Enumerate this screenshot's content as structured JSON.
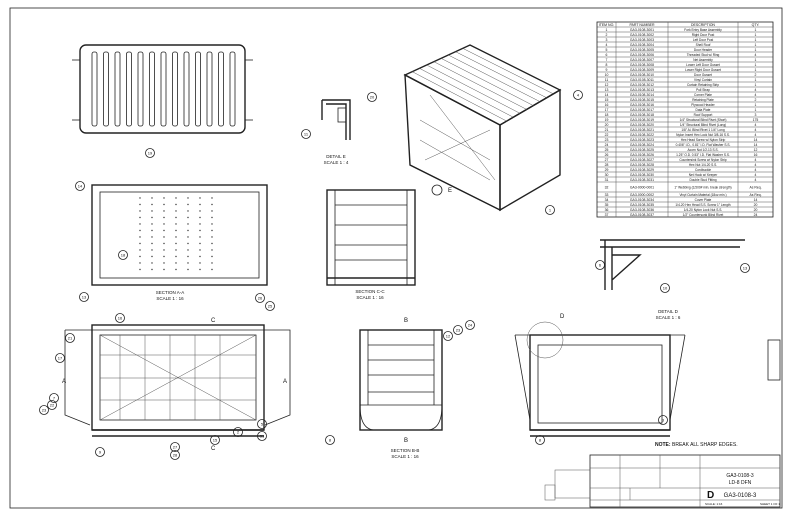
{
  "drawing": {
    "note_label": "NOTE:",
    "note_text": "BREAK ALL SHARP EDGES.",
    "title": "GA3-0108-3",
    "subtitle": "LD-8 DFN",
    "size": "D",
    "dwg_no": "GA3-0108-3",
    "sheet": "SHEET 1 OF 1",
    "scale": "SCALE: 1:16"
  },
  "views": {
    "detail_e": {
      "name": "DETAIL E",
      "scale": "SCALE 1 : 4"
    },
    "section_aa": {
      "name": "SECTION A-A",
      "scale": "SCALE 1 : 16"
    },
    "section_cc": {
      "name": "SECTION C-C",
      "scale": "SCALE 1 : 16"
    },
    "detail_d": {
      "name": "DETAIL D",
      "scale": "SCALE 1 : 6"
    },
    "section_bb": {
      "name": "SECTION B-B",
      "scale": "SCALE 1 : 16"
    },
    "markers": {
      "a": "A",
      "b": "B",
      "c": "C",
      "d": "D",
      "e": "E"
    }
  },
  "bom": {
    "headers": [
      "ITEM NO.",
      "PART NUMBER",
      "DESCRIPTION",
      "QTY."
    ],
    "rows": [
      [
        "1",
        "GA3-0108-3001",
        "Fork Entry Base Assembly",
        "1"
      ],
      [
        "2",
        "GA3-0108-3002",
        "Right Door Post",
        "1"
      ],
      [
        "3",
        "GA3-0108-3003",
        "Left Door Post",
        "1"
      ],
      [
        "4",
        "GA3-0108-3004",
        "Shell Roof",
        "1"
      ],
      [
        "5",
        "GA3-0108-3005",
        "Door Header",
        "1"
      ],
      [
        "6",
        "GA3-0108-3006",
        "Threaded Stud w/ Ring",
        "4"
      ],
      [
        "7",
        "GA3-0108-3007",
        "Net Assembly",
        "1"
      ],
      [
        "8",
        "GA3-0108-3008",
        "Lower Left Door Gusset",
        "1"
      ],
      [
        "9",
        "GA3-0108-3009",
        "Lower Right Door Gusset",
        "1"
      ],
      [
        "10",
        "GA3-0108-3010",
        "Door Gusset",
        "2"
      ],
      [
        "11",
        "GA3-0108-3011",
        "Vinyl Curtain",
        "1"
      ],
      [
        "12",
        "GA3-0108-3012",
        "Curtain Retaining Strip",
        "1"
      ],
      [
        "13",
        "GA3-0108-3013",
        "Pull Strap",
        "4"
      ],
      [
        "14",
        "GA3-0108-3014",
        "Corner Plate",
        "4"
      ],
      [
        "15",
        "GA3-0108-3015",
        "Retaining Plate",
        "2"
      ],
      [
        "16",
        "GA3-0108-3016",
        "Plywood Header",
        "1"
      ],
      [
        "17",
        "GA3-0108-3017",
        "Data Plate",
        "1"
      ],
      [
        "18",
        "GA3-0108-3018",
        "Roof Support",
        "3"
      ],
      [
        "19",
        "GA3-0108-3019",
        "1/4\" Structural Blind Rivet (Short)",
        "175"
      ],
      [
        "20",
        "GA3-0108-3020",
        "1/4\" Structural Blind Rivet (Long)",
        "4"
      ],
      [
        "21",
        "GA3-0108-3021",
        "1/8\" Al. Blind Rivet 1 1/4\" Long",
        "4"
      ],
      [
        "22",
        "GA3-0108-3022",
        "Nylon Insert Hex Lock Nut 3/8-16 S.S.",
        "4"
      ],
      [
        "23",
        "GA3-0108-3023",
        "Hex Head Screw w/ Nylon Strip",
        "14"
      ],
      [
        "24",
        "GA3-0108-3024",
        "0.406\" I.D., 0.81\" I.D. Flat Washer S.S.",
        "14"
      ],
      [
        "25",
        "GA3-0108-3025",
        "Acorn Nut 1/2-13 S.S.",
        "12"
      ],
      [
        "26",
        "GA3-0108-3026",
        "1.25\" O.D. 0.53\" I.D. Flat Washer S.S.",
        "16"
      ],
      [
        "27",
        "GA3-0108-3027",
        "Countersink Screw w/ Nylon Strip",
        "4"
      ],
      [
        "28",
        "GA3-0108-3028",
        "Hex Nut 1/4-20 S.S.",
        "4"
      ],
      [
        "29",
        "GA3-0108-3029",
        "Cordbuckle",
        "4"
      ],
      [
        "30",
        "GA3-0108-3030",
        "Net Hook w/ Keeper",
        "4"
      ],
      [
        "31",
        "GA3-0108-3031",
        "Double Stud Fitting",
        "4"
      ],
      [
        "32",
        "GA3-0000-0001",
        "1\" Webbing (3,500# min. break strength)",
        "As Req."
      ],
      [
        "33",
        "GA3-0000-0002",
        "Vinyl Curtain Material (18oz min.)",
        "As Req."
      ],
      [
        "34",
        "GA3-0108-3034",
        "Cover Plate",
        "14"
      ],
      [
        "35",
        "GA3-0108-3035",
        "1/4-20 Hex Head S.S. Screw 1\" Length",
        "20"
      ],
      [
        "36",
        "GA3-0108-3036",
        "1/4-20 Nylon Lock Nut S.S.",
        "20"
      ],
      [
        "37",
        "GA3-0108-3037",
        "1/2\" Countersunk Blind Rivet",
        "24"
      ]
    ]
  },
  "balloons": [
    "19",
    "11",
    "20",
    "4",
    "1",
    "14",
    "18",
    "13",
    "26",
    "25",
    "6",
    "10",
    "13",
    "21",
    "17",
    "22",
    "23",
    "7",
    "16",
    "9",
    "27",
    "28",
    "15",
    "2",
    "31",
    "5",
    "8",
    "24",
    "23",
    "12",
    "3",
    "8"
  ]
}
